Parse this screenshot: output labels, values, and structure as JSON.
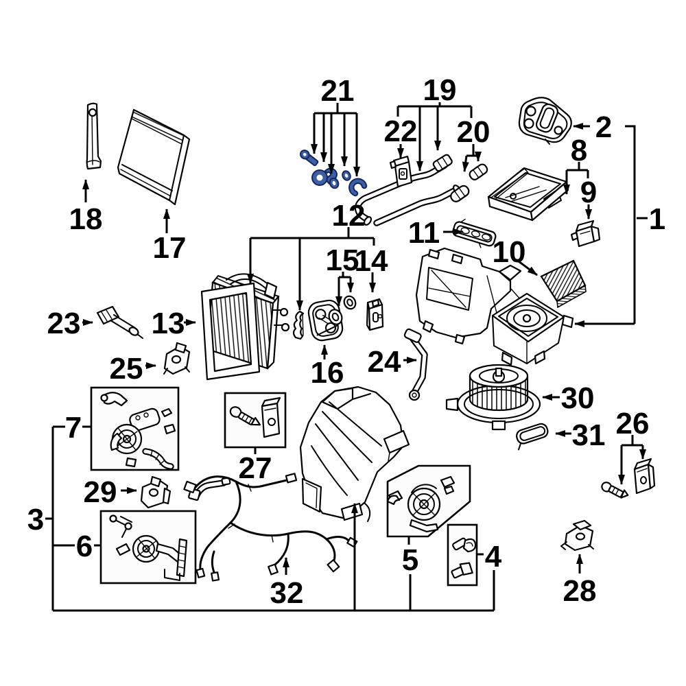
{
  "diagram": {
    "type": "exploded-parts-diagram",
    "subject": "Vehicle HVAC heater and evaporator assembly",
    "background_color": "#ffffff",
    "line_color": "#000000",
    "box_fill": "#fcfcfc",
    "highlight_fill": "#3f5fa5",
    "highlight_stroke": "#14265a",
    "callouts": [
      {
        "label": "1"
      },
      {
        "label": "2"
      },
      {
        "label": "3"
      },
      {
        "label": "4"
      },
      {
        "label": "5"
      },
      {
        "label": "6"
      },
      {
        "label": "7"
      },
      {
        "label": "8"
      },
      {
        "label": "9"
      },
      {
        "label": "10"
      },
      {
        "label": "11"
      },
      {
        "label": "12"
      },
      {
        "label": "13"
      },
      {
        "label": "14"
      },
      {
        "label": "15"
      },
      {
        "label": "16"
      },
      {
        "label": "17"
      },
      {
        "label": "18"
      },
      {
        "label": "19"
      },
      {
        "label": "20"
      },
      {
        "label": "21"
      },
      {
        "label": "22"
      },
      {
        "label": "23"
      },
      {
        "label": "24"
      },
      {
        "label": "25"
      },
      {
        "label": "26"
      },
      {
        "label": "27"
      },
      {
        "label": "28"
      },
      {
        "label": "29"
      },
      {
        "label": "30"
      },
      {
        "label": "31"
      },
      {
        "label": "32"
      }
    ]
  }
}
